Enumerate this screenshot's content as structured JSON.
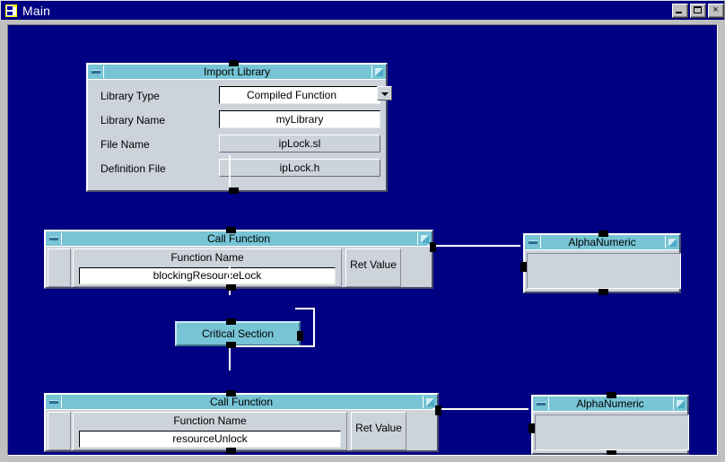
{
  "window": {
    "title": "Main",
    "icon": "document-window-icon",
    "controls": {
      "minimize": "minimize-button",
      "maximize": "maximize-button",
      "close_label": "×"
    }
  },
  "canvas": {
    "background_color": "#000082"
  },
  "blocks": {
    "import_library": {
      "title": "Import Library",
      "rows": [
        {
          "label": "Library Type",
          "value": "Compiled Function",
          "type": "combo"
        },
        {
          "label": "Library Name",
          "value": "myLibrary",
          "type": "text"
        },
        {
          "label": "File Name",
          "value": "ipLock.sl",
          "type": "button"
        },
        {
          "label": "Definition File",
          "value": "ipLock.h",
          "type": "button"
        }
      ]
    },
    "call_function_1": {
      "title": "Call Function",
      "function_name_label": "Function Name",
      "function_name_value": "blockingResourceLock",
      "ret_value_label": "Ret Value"
    },
    "call_function_2": {
      "title": "Call Function",
      "function_name_label": "Function Name",
      "function_name_value": "resourceUnlock",
      "ret_value_label": "Ret Value"
    },
    "alphanumeric_1": {
      "title": "AlphaNumeric",
      "body_value": ""
    },
    "alphanumeric_2": {
      "title": "AlphaNumeric",
      "body_value": ""
    },
    "critical_section": {
      "label": "Critical Section"
    }
  },
  "colors": {
    "canvas": "#000082",
    "titlebar": "#000082",
    "block_face": "#ccd3da",
    "block_header": "#76c4d5",
    "wire": "#ffffff",
    "port": "#000000"
  }
}
